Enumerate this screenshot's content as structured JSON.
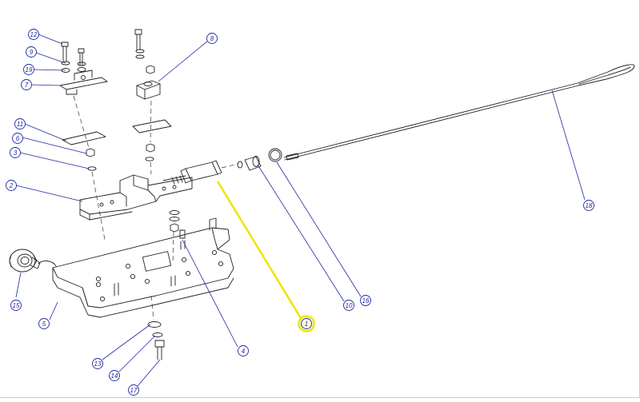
{
  "diagram": {
    "callout_color": "#1f2a9e",
    "highlight_color": "#f2e200",
    "line_color": "#222222",
    "callouts": [
      {
        "id": "c12",
        "label": "12"
      },
      {
        "id": "c9",
        "label": "9"
      },
      {
        "id": "c19",
        "label": "19"
      },
      {
        "id": "c7",
        "label": "7"
      },
      {
        "id": "c11",
        "label": "11"
      },
      {
        "id": "c6",
        "label": "6"
      },
      {
        "id": "c3",
        "label": "3"
      },
      {
        "id": "c2",
        "label": "2"
      },
      {
        "id": "c8",
        "label": "8"
      },
      {
        "id": "c15",
        "label": "15"
      },
      {
        "id": "c5",
        "label": "5"
      },
      {
        "id": "c13",
        "label": "13"
      },
      {
        "id": "c14",
        "label": "14"
      },
      {
        "id": "c17",
        "label": "17"
      },
      {
        "id": "c4",
        "label": "4"
      },
      {
        "id": "c1",
        "label": "1",
        "highlighted": true
      },
      {
        "id": "c10",
        "label": "10"
      },
      {
        "id": "c16",
        "label": "16"
      },
      {
        "id": "c18",
        "label": "18"
      }
    ]
  }
}
